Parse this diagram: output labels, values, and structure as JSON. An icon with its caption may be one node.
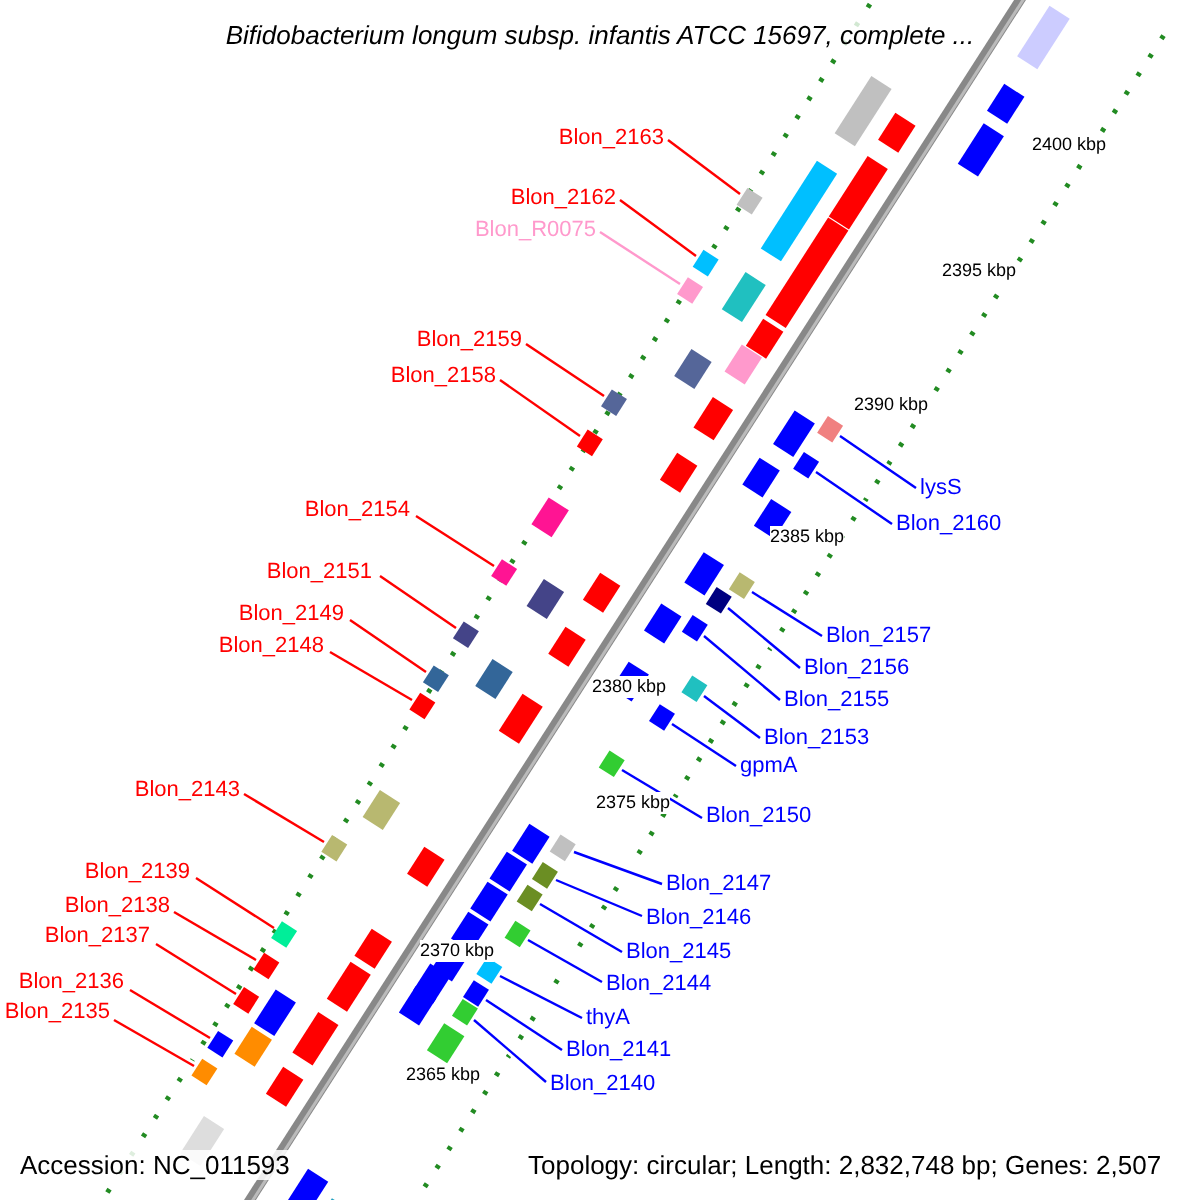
{
  "diagram": {
    "title": "Bifidobacterium longum subsp. infantis ATCC 15697, complete ...",
    "nodes": [
      {
        "text": [
          "Blon_2163"
        ]
      },
      {
        "text": [
          "Blon_2162"
        ]
      },
      {
        "text": [
          "Blon_R0075"
        ]
      },
      {
        "text": [
          "Blon_2159"
        ]
      },
      {
        "text": [
          "Blon_2158"
        ]
      },
      {
        "text": [
          "lysS"
        ]
      },
      {
        "text": [
          "Blon_2160"
        ]
      },
      {
        "text": [
          "Blon_2154"
        ]
      },
      {
        "text": [
          "Blon_2151"
        ]
      },
      {
        "text": [
          "Blon_2149"
        ]
      },
      {
        "text": [
          "Blon_2157"
        ]
      },
      {
        "text": [
          "Blon_2148"
        ]
      },
      {
        "text": [
          "Blon_2156"
        ]
      },
      {
        "text": [
          "Blon_2155"
        ]
      },
      {
        "text": [
          "Blon_2153"
        ]
      },
      {
        "text": [
          "gpmA"
        ]
      },
      {
        "text": [
          "Blon_2143"
        ]
      },
      {
        "text": [
          "Blon_2150"
        ]
      },
      {
        "text": [
          "Blon_2147"
        ]
      },
      {
        "text": [
          "Blon_2146"
        ]
      },
      {
        "text": [
          "Blon_2145"
        ]
      },
      {
        "text": [
          "Blon_2144"
        ]
      },
      {
        "text": [
          "Blon_2139"
        ]
      },
      {
        "text": [
          "Blon_2138"
        ]
      },
      {
        "text": [
          "Blon_2137"
        ]
      },
      {
        "text": [
          "thyA"
        ]
      },
      {
        "text": [
          "Blon_2136"
        ]
      },
      {
        "text": [
          "Blon_2141"
        ]
      },
      {
        "text": [
          "Blon_2135"
        ]
      },
      {
        "text": [
          "Blon_2140"
        ]
      },
      {
        "text": [],
        "shape": "box"
      },
      {
        "text": [],
        "shape": "box"
      },
      {
        "text": [],
        "shape": "box"
      },
      {
        "text": [],
        "shape": "box"
      },
      {
        "text": [],
        "shape": "box"
      },
      {
        "text": [],
        "shape": "box"
      },
      {
        "text": [],
        "shape": "box"
      },
      {
        "text": [],
        "shape": "box"
      },
      {
        "text": [],
        "shape": "box"
      },
      {
        "text": [],
        "shape": "box"
      },
      {
        "text": [],
        "shape": "box"
      },
      {
        "text": [],
        "shape": "box"
      },
      {
        "text": [],
        "shape": "box"
      },
      {
        "text": [],
        "shape": "box"
      },
      {
        "text": [],
        "shape": "box"
      },
      {
        "text": [],
        "shape": "box"
      },
      {
        "text": [],
        "shape": "box"
      },
      {
        "text": [],
        "shape": "box"
      },
      {
        "text": [],
        "shape": "box"
      },
      {
        "text": [],
        "shape": "box"
      },
      {
        "text": [],
        "shape": "box"
      },
      {
        "text": [],
        "shape": "box"
      },
      {
        "text": [],
        "shape": "box"
      },
      {
        "text": [],
        "shape": "box"
      },
      {
        "text": [],
        "shape": "box"
      },
      {
        "text": [],
        "shape": "box"
      },
      {
        "text": [],
        "shape": "box"
      },
      {
        "text": [],
        "shape": "box"
      },
      {
        "text": [],
        "shape": "box"
      },
      {
        "text": [],
        "shape": "box"
      }
    ],
    "edges": [
      {
        "from": 0,
        "to": 30,
        "arrow": "none",
        "color": "#ff0000"
      },
      {
        "from": 1,
        "to": 31,
        "arrow": "none",
        "color": "#ff0000"
      },
      {
        "from": 2,
        "to": 32,
        "arrow": "none",
        "color": "#ff99cc"
      },
      {
        "from": 3,
        "to": 33,
        "arrow": "none",
        "color": "#ff0000"
      },
      {
        "from": 4,
        "to": 34,
        "arrow": "none",
        "color": "#ff0000"
      },
      {
        "from": 5,
        "to": 35,
        "arrow": "none",
        "color": "#0000ff"
      },
      {
        "from": 6,
        "to": 36,
        "arrow": "none",
        "color": "#0000ff"
      },
      {
        "from": 7,
        "to": 37,
        "arrow": "none",
        "color": "#ff0000"
      },
      {
        "from": 8,
        "to": 38,
        "arrow": "none",
        "color": "#ff0000"
      },
      {
        "from": 9,
        "to": 39,
        "arrow": "none",
        "color": "#ff0000"
      },
      {
        "from": 10,
        "to": 40,
        "arrow": "none",
        "color": "#0000ff"
      },
      {
        "from": 11,
        "to": 41,
        "arrow": "none",
        "color": "#ff0000"
      },
      {
        "from": 12,
        "to": 42,
        "arrow": "none",
        "color": "#0000ff"
      },
      {
        "from": 13,
        "to": 43,
        "arrow": "none",
        "color": "#0000ff"
      },
      {
        "from": 14,
        "to": 44,
        "arrow": "none",
        "color": "#0000ff"
      },
      {
        "from": 15,
        "to": 45,
        "arrow": "none",
        "color": "#0000ff"
      },
      {
        "from": 16,
        "to": 46,
        "arrow": "none",
        "color": "#ff0000"
      },
      {
        "from": 17,
        "to": 47,
        "arrow": "none",
        "color": "#0000ff"
      },
      {
        "from": 18,
        "to": 48,
        "arrow": "none",
        "color": "#0000ff"
      },
      {
        "from": 19,
        "to": 49,
        "arrow": "none",
        "color": "#0000ff"
      },
      {
        "from": 20,
        "to": 50,
        "arrow": "none",
        "color": "#0000ff"
      },
      {
        "from": 21,
        "to": 51,
        "arrow": "none",
        "color": "#0000ff"
      },
      {
        "from": 22,
        "to": 52,
        "arrow": "none",
        "color": "#ff0000"
      },
      {
        "from": 23,
        "to": 53,
        "arrow": "none",
        "color": "#ff0000"
      },
      {
        "from": 24,
        "to": 54,
        "arrow": "none",
        "color": "#ff0000"
      },
      {
        "from": 25,
        "to": 55,
        "arrow": "none",
        "color": "#0000ff"
      },
      {
        "from": 26,
        "to": 56,
        "arrow": "none",
        "color": "#ff0000"
      },
      {
        "from": 27,
        "to": 57,
        "arrow": "none",
        "color": "#0000ff"
      },
      {
        "from": 28,
        "to": 58,
        "arrow": "none",
        "color": "#ff0000"
      },
      {
        "from": 29,
        "to": 59,
        "arrow": "none",
        "color": "#0000ff"
      }
    ],
    "labels": [
      "2400 kbp",
      "2395 kbp",
      "2390 kbp",
      "2385 kbp",
      "2380 kbp",
      "2375 kbp",
      "2370 kbp",
      "2365 kbp",
      "Accession: NC_011593",
      "Topology: circular; Length: 2,832,748 bp; Genes: 2,507"
    ]
  }
}
